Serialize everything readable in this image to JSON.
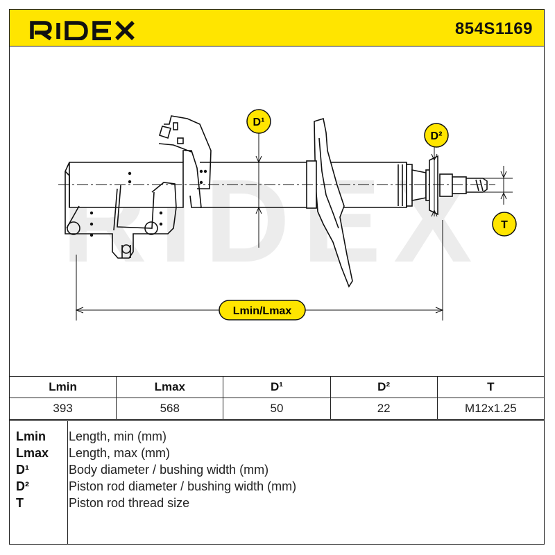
{
  "header": {
    "brand": "RIDEX",
    "part_number": "854S1169"
  },
  "drawing": {
    "watermark": "RIDEX",
    "labels": {
      "d1": "D¹",
      "d2": "D²",
      "t": "T",
      "length": "Lmin/Lmax"
    },
    "colors": {
      "accent": "#ffe500",
      "line": "#111111",
      "watermark": "#e6e6e6"
    }
  },
  "specs": {
    "columns": [
      "Lmin",
      "Lmax",
      "D¹",
      "D²",
      "T"
    ],
    "values": [
      "393",
      "568",
      "50",
      "22",
      "M12x1.25"
    ]
  },
  "legend": [
    {
      "abbr": "Lmin",
      "desc": "Length, min (mm)"
    },
    {
      "abbr": "Lmax",
      "desc": "Length, max (mm)"
    },
    {
      "abbr": "D¹",
      "desc": "Body diameter / bushing width (mm)"
    },
    {
      "abbr": "D²",
      "desc": "Piston rod diameter / bushing width (mm)"
    },
    {
      "abbr": "T",
      "desc": "Piston rod thread size"
    }
  ]
}
